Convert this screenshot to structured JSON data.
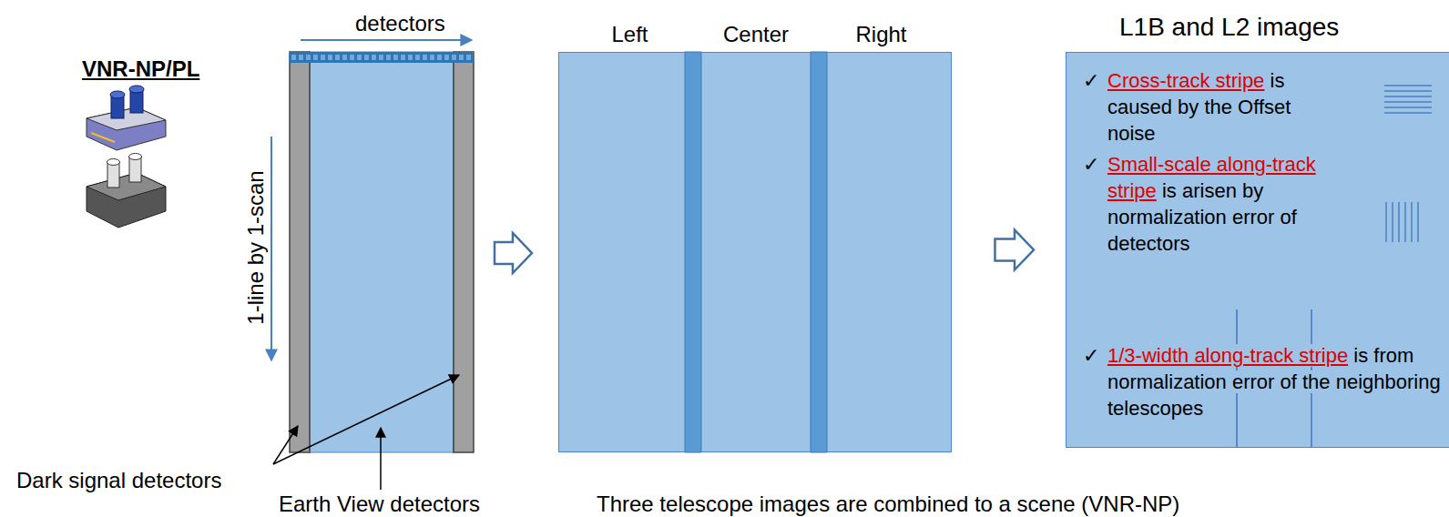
{
  "diagram": {
    "nodes": [
      {
        "text": [
          "Left"
        ]
      },
      {
        "text": [
          "Center"
        ]
      },
      {
        "text": [
          "Right"
        ]
      },
      {
        "text": [
          "L1B and L2 images",
          "✓",
          "Cross-track stripe",
          "is caused by the Offset noise",
          "✓",
          "Small-scale along-track stripe",
          "is arisen by normalization error of detectors",
          "✓",
          "1/3-width along-track stripe",
          "is from normalization error of the neighboring telescopes"
        ]
      }
    ],
    "edges": [
      {
        "from": 2,
        "to": 3,
        "arrow": "to"
      }
    ],
    "labels": [
      "detectors",
      "VNR-NP/PL",
      "1-line by 1-scan",
      "Dark signal detectors",
      "Earth View detectors",
      "Three telescope images are combined to a scene (VNR-NP)"
    ]
  }
}
